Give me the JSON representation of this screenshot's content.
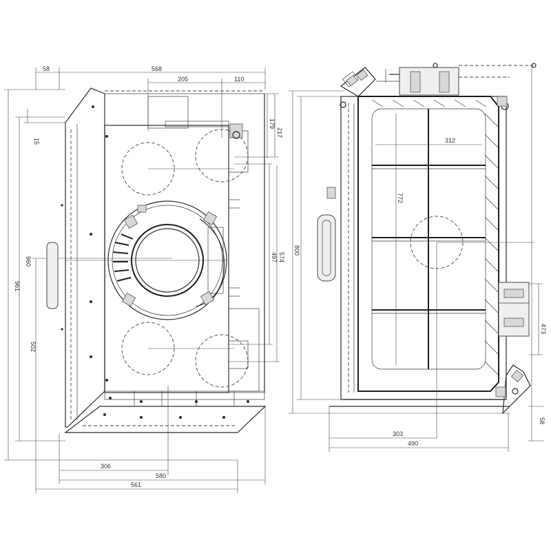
{
  "front_view": {
    "dimensions": {
      "top_left": "58",
      "top_overall": "568",
      "top_mid": "205",
      "top_right": "110",
      "v_left_small": "15",
      "v_left_outer": "961",
      "v_left_inner": "960",
      "v_left_lower": "502",
      "v_right_179": "179",
      "v_right_217": "217",
      "v_right_497": "497",
      "v_right_574": "574",
      "bottom_306": "306",
      "bottom_580": "580",
      "bottom_561": "561"
    }
  },
  "side_view": {
    "dimensions": {
      "inner_width": "312",
      "inner_height": "772",
      "v_left_800": "800",
      "v_right_473": "473",
      "v_right_58": "58",
      "bottom_303": "303",
      "bottom_490": "490"
    }
  },
  "colors": {
    "line": "#2b2b2b",
    "fill_light": "#efefef",
    "fill_gray": "#d8d8d8"
  }
}
